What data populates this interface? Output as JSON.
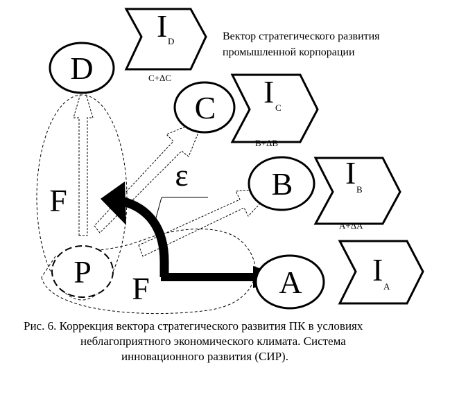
{
  "nodes": {
    "a": "A",
    "b": "B",
    "c": "C",
    "d": "D",
    "p": "P"
  },
  "forces": {
    "f_left": "F",
    "f_bottom": "F",
    "epsilon": "ε"
  },
  "investments": {
    "a": {
      "letter": "I",
      "sub": "A"
    },
    "b": {
      "letter": "I",
      "sub": "B"
    },
    "c": {
      "letter": "I",
      "sub": "C"
    },
    "d": {
      "letter": "I",
      "sub": "D"
    }
  },
  "transitions": {
    "ab": "A+ΔA",
    "bc": "B+ΔB",
    "cd": "C+ΔC"
  },
  "legend": {
    "line1": "Вектор стратегического развития",
    "line2": "промышленной корпорации"
  },
  "caption": {
    "line1": "Рис. 6. Коррекция вектора стратегического развития ПК в условиях",
    "line2": "неблагоприятного экономического климата. Система",
    "line3": "инновационного развития (СИР)."
  }
}
